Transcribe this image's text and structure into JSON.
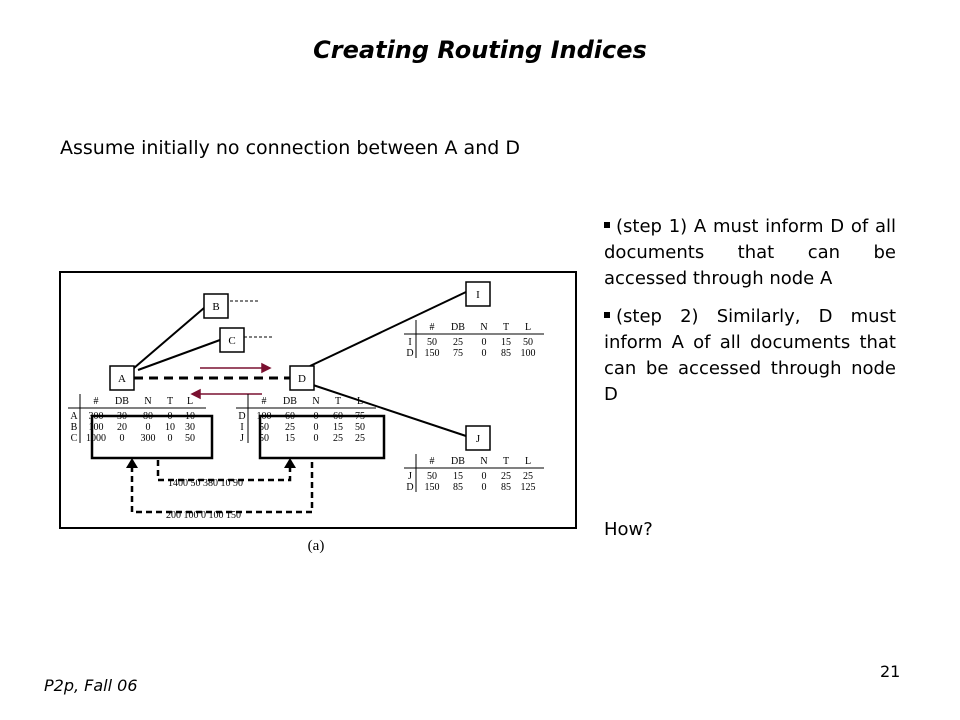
{
  "title": "Creating Routing Indices",
  "intro": "Assume initially no connection between A and D",
  "bullets": [
    "(step 1) A must inform D of all documents that can be accessed through node A",
    "(step 2) Similarly, D must inform A of all documents that can be accessed through node D"
  ],
  "question": "How?",
  "footer": "P2p, Fall 06",
  "page_number": "21",
  "figure": {
    "caption": "(a)",
    "nodes": {
      "A": "A",
      "B": "B",
      "C": "C",
      "D": "D",
      "I": "I",
      "J": "J"
    },
    "tables": {
      "a": {
        "header": [
          "#",
          "DB",
          "N",
          "T",
          "L"
        ],
        "rows": [
          [
            "A",
            "300",
            "30",
            "80",
            "0",
            "10"
          ],
          [
            "B",
            "100",
            "20",
            "0",
            "10",
            "30"
          ],
          [
            "C",
            "1000",
            "0",
            "300",
            "0",
            "50"
          ]
        ]
      },
      "d": {
        "header": [
          "#",
          "DB",
          "N",
          "T",
          "L"
        ],
        "rows": [
          [
            "D",
            "100",
            "60",
            "0",
            "60",
            "75"
          ],
          [
            "I",
            "50",
            "25",
            "0",
            "15",
            "50"
          ],
          [
            "J",
            "50",
            "15",
            "0",
            "25",
            "25"
          ]
        ]
      },
      "i": {
        "header": [
          "#",
          "DB",
          "N",
          "T",
          "L"
        ],
        "rows": [
          [
            "I",
            "50",
            "25",
            "0",
            "15",
            "50"
          ],
          [
            "D",
            "150",
            "75",
            "0",
            "85",
            "100"
          ]
        ]
      },
      "j": {
        "header": [
          "#",
          "DB",
          "N",
          "T",
          "L"
        ],
        "rows": [
          [
            "J",
            "50",
            "15",
            "0",
            "25",
            "25"
          ],
          [
            "D",
            "150",
            "85",
            "0",
            "85",
            "125"
          ]
        ]
      }
    },
    "summary_a_to_d": "1400 50 380 10 90",
    "summary_d_to_a": "200 100 0 100 150"
  }
}
